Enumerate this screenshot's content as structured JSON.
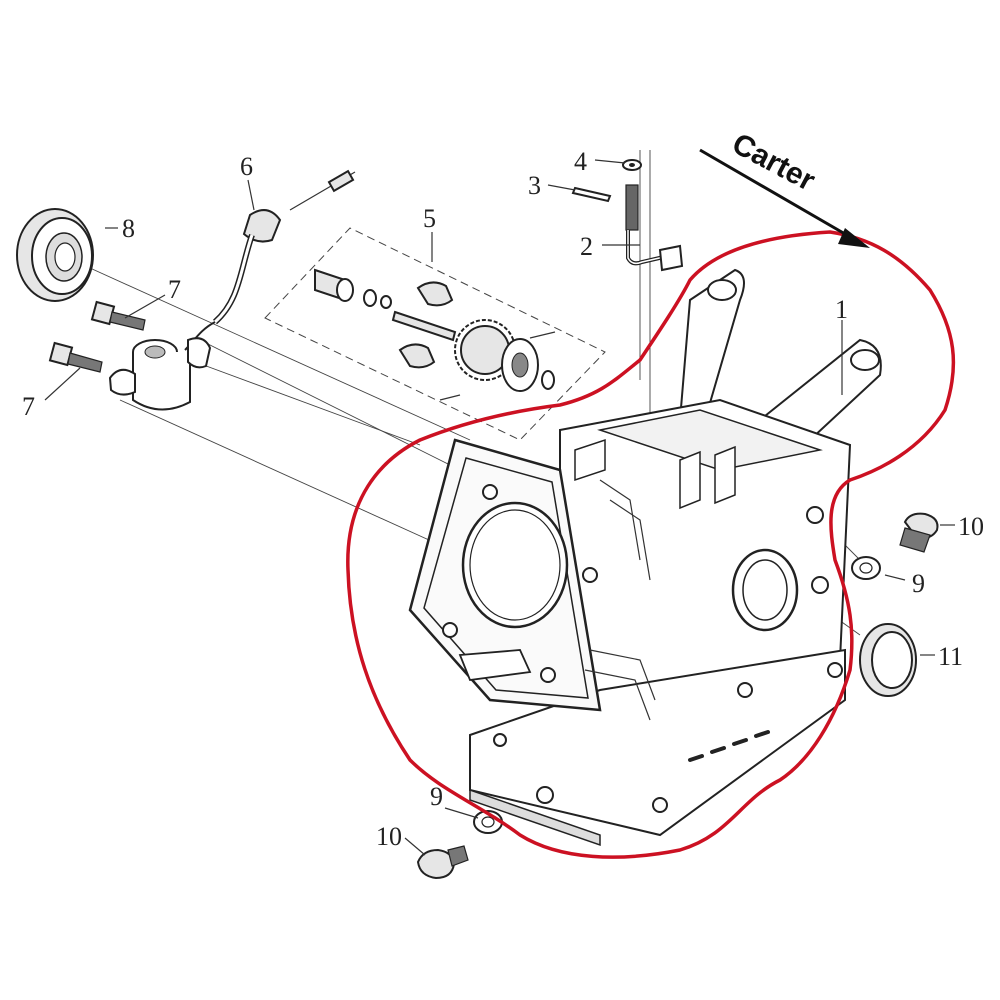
{
  "callout": {
    "label": "Carter"
  },
  "part_labels": [
    {
      "id": "1",
      "text": "1"
    },
    {
      "id": "2",
      "text": "2"
    },
    {
      "id": "3",
      "text": "3"
    },
    {
      "id": "4",
      "text": "4"
    },
    {
      "id": "5",
      "text": "5"
    },
    {
      "id": "6",
      "text": "6"
    },
    {
      "id": "7a",
      "text": "7"
    },
    {
      "id": "7b",
      "text": "7"
    },
    {
      "id": "8",
      "text": "8"
    },
    {
      "id": "9a",
      "text": "9"
    },
    {
      "id": "9b",
      "text": "9"
    },
    {
      "id": "10a",
      "text": "10"
    },
    {
      "id": "10b",
      "text": "10"
    },
    {
      "id": "11",
      "text": "11"
    }
  ],
  "colors": {
    "highlight": "#cc1122",
    "line": "#222222"
  }
}
